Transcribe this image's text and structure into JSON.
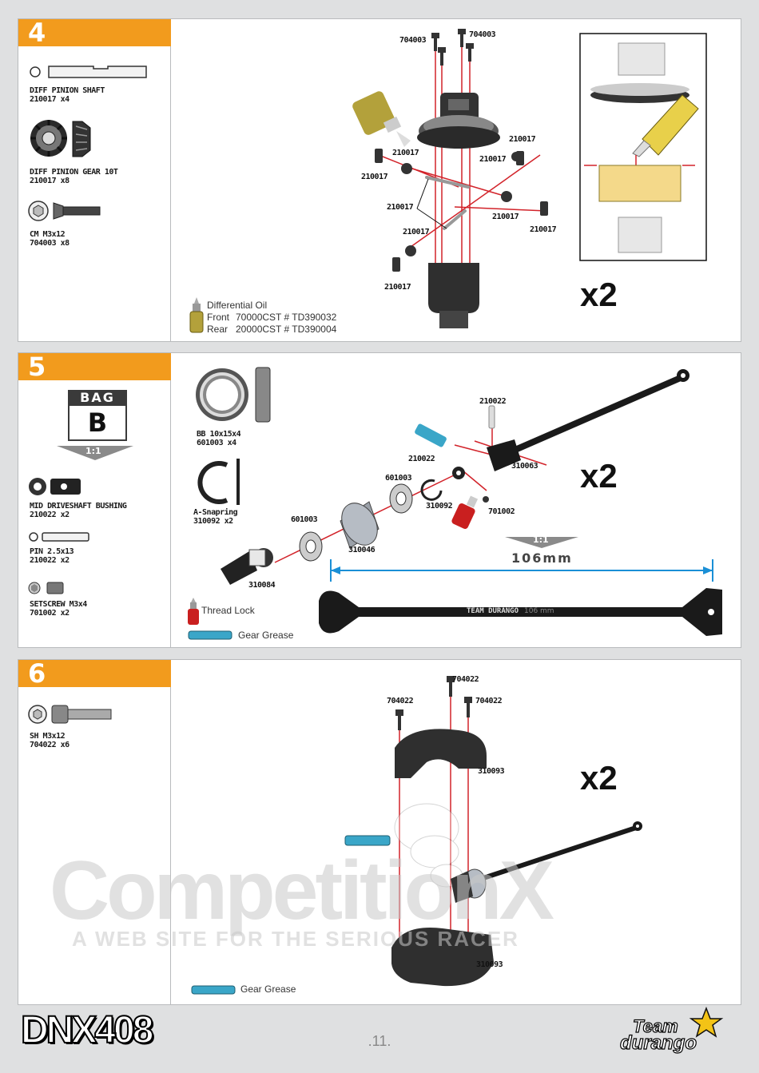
{
  "steps": [
    {
      "number": "4",
      "parts": [
        {
          "name": "DIFF PINION SHAFT",
          "code": "210017 x4",
          "icon": "pin-shaft-icon"
        },
        {
          "name": "DIFF PINION GEAR 10T",
          "code": "210017 x8",
          "icon": "pinion-gear-icon"
        },
        {
          "name": "CM M3x12",
          "code": "704003 x8",
          "icon": "screw-icon"
        }
      ],
      "callouts": [
        "704003",
        "704003",
        "210017",
        "210017",
        "210017",
        "210017",
        "210017",
        "210017",
        "210017",
        "210017",
        "210017",
        "210017"
      ],
      "multiplier": "x2",
      "legend": {
        "title": "Differential Oil",
        "front_label": "Front",
        "front_value": "70000CST # TD390032",
        "rear_label": "Rear",
        "rear_value": "20000CST # TD390004"
      }
    },
    {
      "number": "5",
      "bag": {
        "label": "BAG",
        "letter": "B",
        "scale": "1:1"
      },
      "parts": [
        {
          "name": "MID DRIVESHAFT BUSHING",
          "code": "210022 x2",
          "icon": "bushing-icon"
        },
        {
          "name": "PIN 2.5x13",
          "code": "210022 x2",
          "icon": "pin-icon"
        },
        {
          "name": "SETSCREW M3x4",
          "code": "701002 x2",
          "icon": "setscrew-icon"
        }
      ],
      "inline_parts": [
        {
          "name": "BB 10x15x4",
          "code": "601003 x4"
        },
        {
          "name": "A-Snapring",
          "code": "310092 x2"
        }
      ],
      "callouts": [
        "210022",
        "210022",
        "310063",
        "601003",
        "310092",
        "701002",
        "601003",
        "310046",
        "310084"
      ],
      "multiplier": "x2",
      "scale": "1:1",
      "dimension": "106mm",
      "shaft_text": "TEAM DURANGO",
      "shaft_size": "106 mm",
      "legend": {
        "thread_lock": "Thread Lock",
        "gear_grease": "Gear Grease"
      }
    },
    {
      "number": "6",
      "parts": [
        {
          "name": "SH M3x12",
          "code": "704022 x6",
          "icon": "socket-screw-icon"
        }
      ],
      "callouts": [
        "704022",
        "704022",
        "704022",
        "310093",
        "310093"
      ],
      "multiplier": "x2",
      "legend": {
        "gear_grease": "Gear Grease"
      }
    }
  ],
  "watermark": {
    "main": "CompetitionX",
    "sub": "A WEB SITE    FOR THE SERIOUS RACER"
  },
  "footer": {
    "model": "DNX408",
    "page": ".11.",
    "brand_line1": "Team",
    "brand_line2": "durango"
  },
  "colors": {
    "step_badge": "#f29b1d",
    "guide_line": "#d2232a",
    "dimension": "#1a8fd6"
  }
}
